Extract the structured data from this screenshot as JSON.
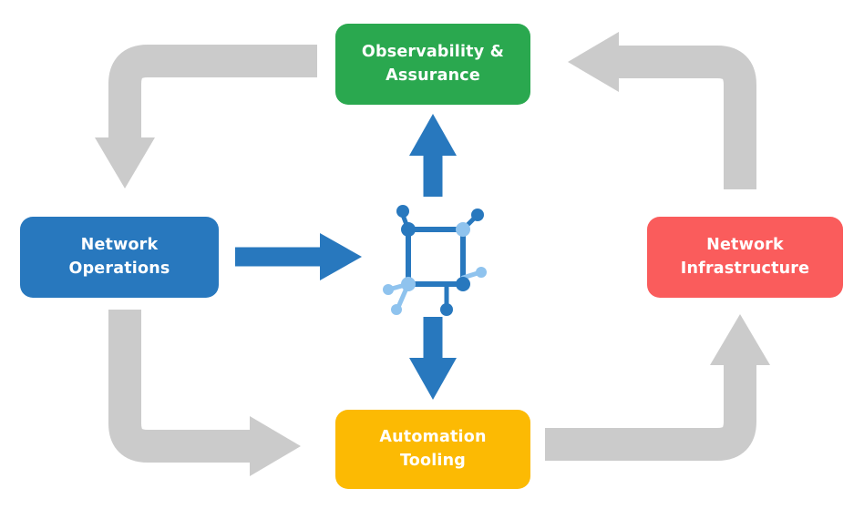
{
  "diagram": {
    "nodes": {
      "observability": {
        "label": "Observability &\nAssurance",
        "color": "#2aa84f"
      },
      "operations": {
        "label": "Network\nOperations",
        "color": "#2878be"
      },
      "infrastructure": {
        "label": "Network\nInfrastructure",
        "color": "#fa5c5c"
      },
      "automation": {
        "label": "Automation\nTooling",
        "color": "#fcba03"
      }
    },
    "center_icon": "network-platform-icon",
    "flows": [
      {
        "from": "observability",
        "to": "operations",
        "style": "gray"
      },
      {
        "from": "operations",
        "to": "automation",
        "style": "gray"
      },
      {
        "from": "automation",
        "to": "infrastructure",
        "style": "gray"
      },
      {
        "from": "infrastructure",
        "to": "observability",
        "style": "gray"
      },
      {
        "from": "operations",
        "to": "platform",
        "style": "blue"
      },
      {
        "from": "platform",
        "to": "observability",
        "style": "blue"
      },
      {
        "from": "platform",
        "to": "automation",
        "style": "blue"
      }
    ],
    "colors": {
      "arrow_gray": "#cbcbcb",
      "arrow_blue": "#2878be",
      "icon_dark": "#2878be",
      "icon_light": "#8fc3ee"
    }
  }
}
